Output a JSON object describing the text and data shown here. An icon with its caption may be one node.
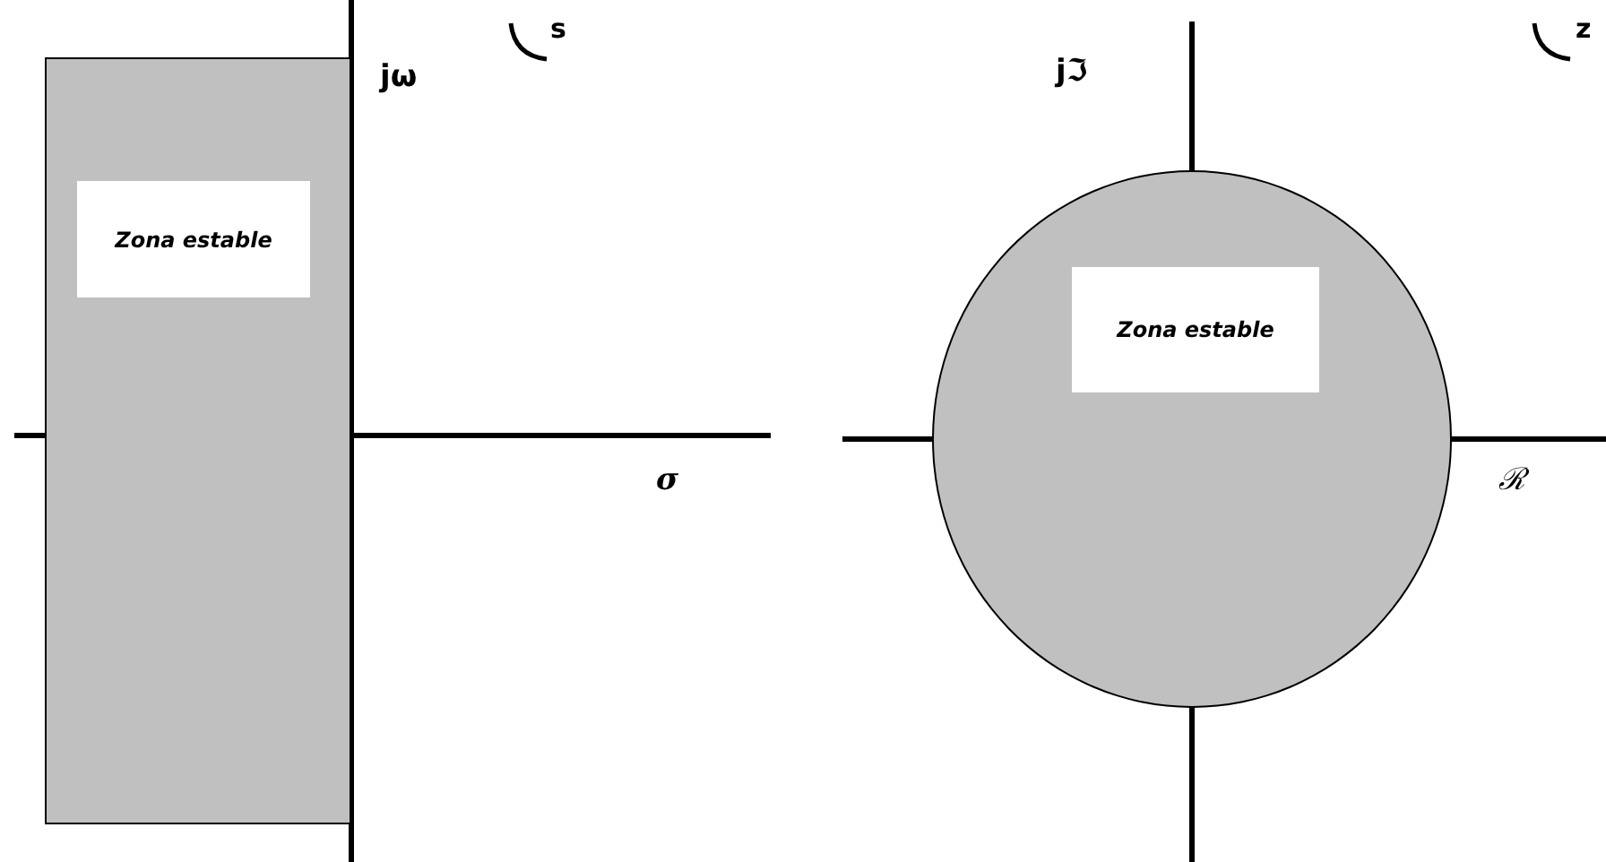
{
  "diagram": {
    "nodes": [
      {
        "text": [],
        "shape": "box"
      },
      {
        "text": [
          "Zona estable"
        ],
        "in": 0
      },
      {
        "text": [],
        "shape": "circle"
      },
      {
        "text": [
          "Zona estable"
        ],
        "in": 2
      }
    ],
    "labels": [
      "jω",
      "s",
      "σ",
      "jℑ",
      "z",
      "ℛ"
    ]
  }
}
